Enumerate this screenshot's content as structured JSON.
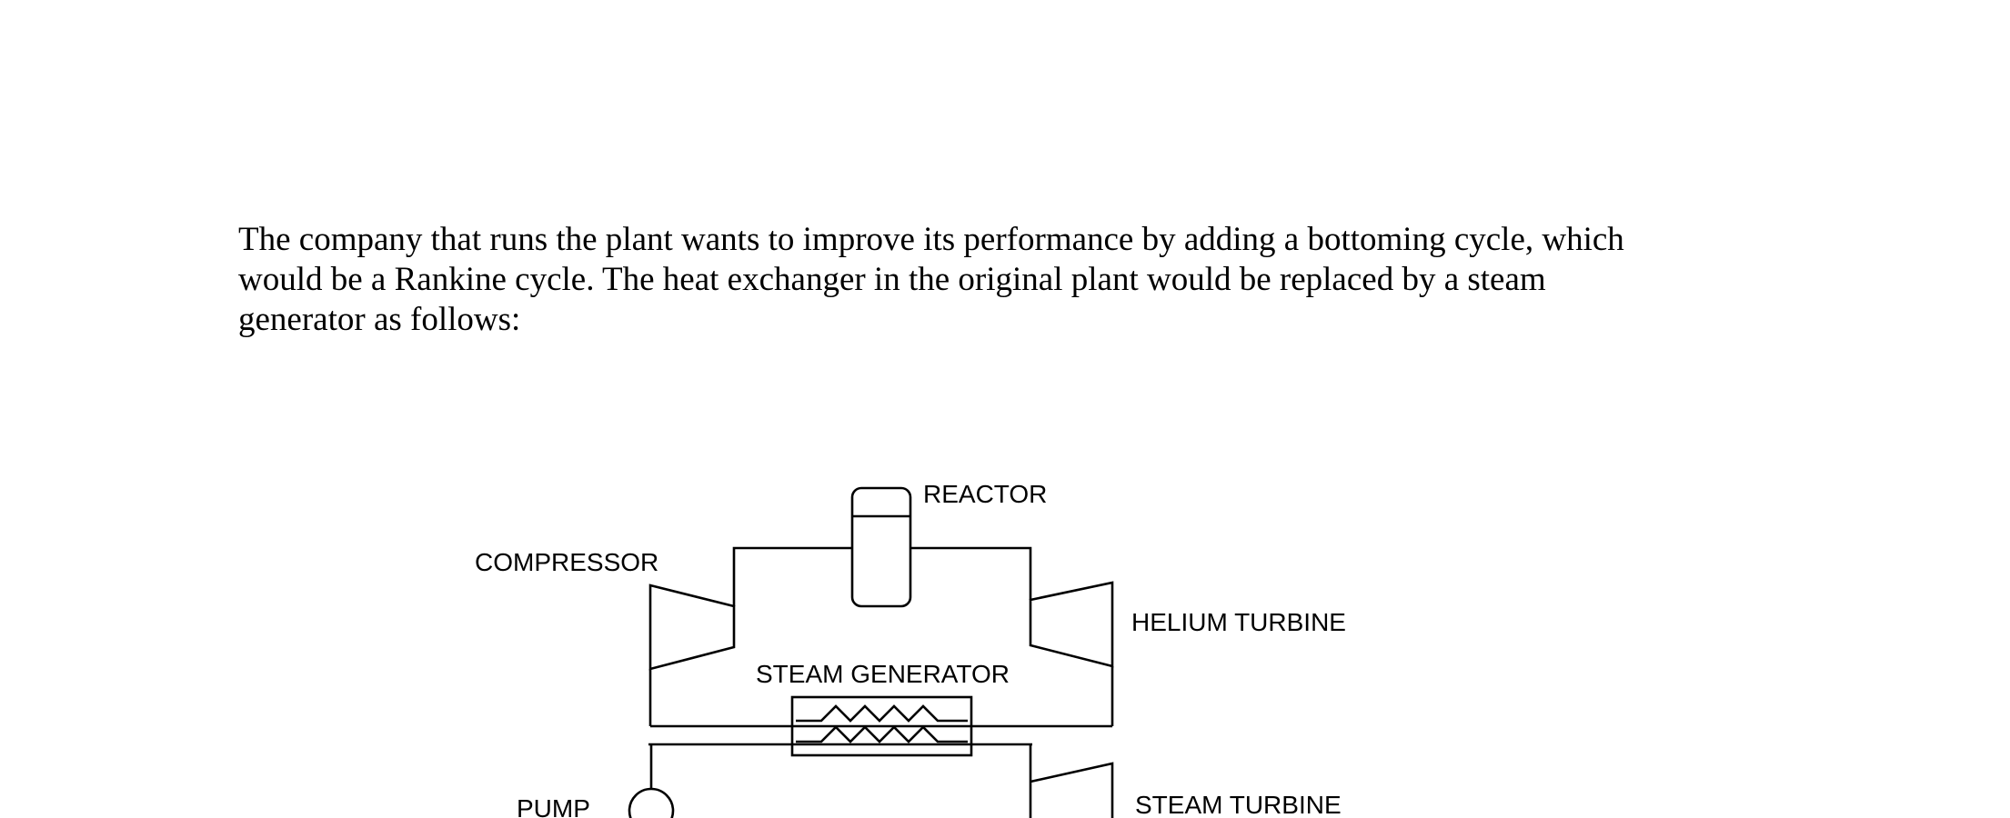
{
  "paragraph": {
    "lines": [
      "The company that runs the plant wants to improve its performance by adding a bottoming cycle, which",
      "would be a Rankine cycle. The heat exchanger in the original plant would be replaced by a steam",
      "generator as follows:"
    ]
  },
  "diagram": {
    "labels": {
      "reactor": "REACTOR",
      "compressor": "COMPRESSOR",
      "helium_turbine": "HELIUM TURBINE",
      "steam_generator": "STEAM GENERATOR",
      "pump": "PUMP",
      "steam_turbine": "STEAM TURBINE"
    }
  }
}
